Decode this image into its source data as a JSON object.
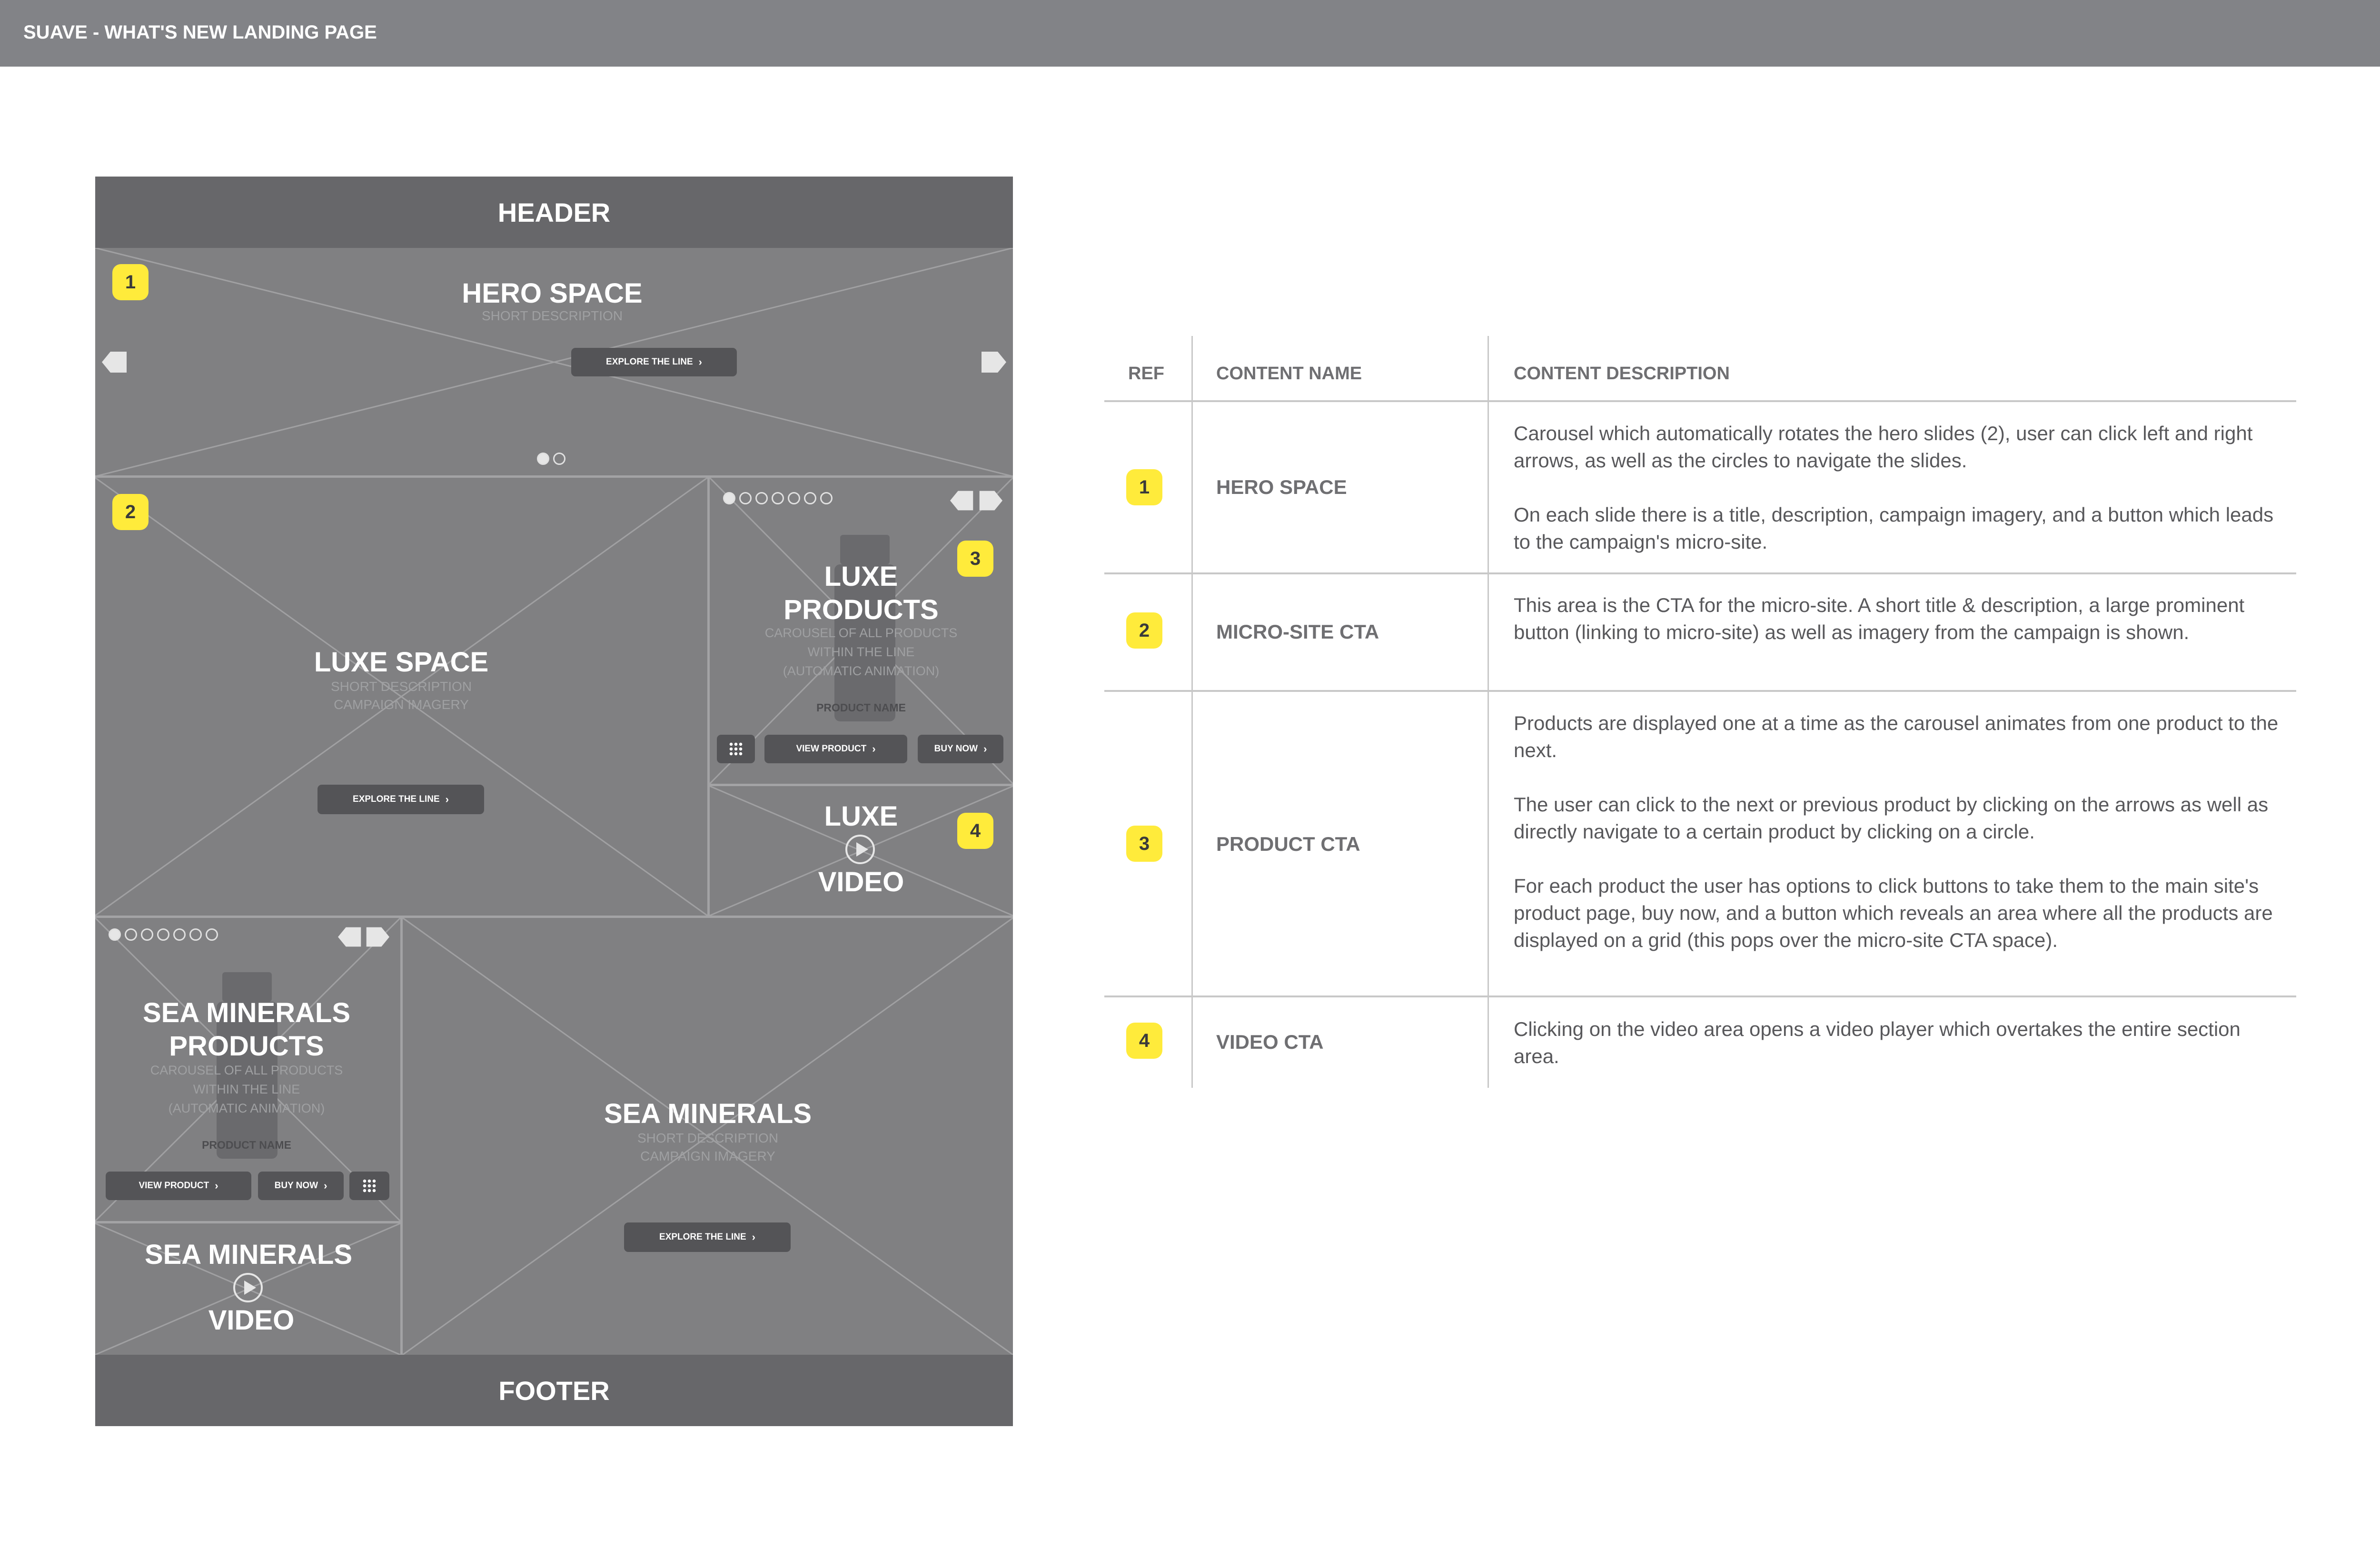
{
  "page_title": "SUAVE - WHAT'S NEW LANDING PAGE",
  "wireframe": {
    "header": "HEADER",
    "footer": "FOOTER",
    "hero": {
      "badge": "1",
      "title": "HERO SPACE",
      "subtitle": "SHORT DESCRIPTION",
      "button": "EXPLORE THE LINE"
    },
    "luxe_space": {
      "badge": "2",
      "title": "LUXE SPACE",
      "line1": "SHORT DESCRIPTION",
      "line2": "CAMPAIGN IMAGERY",
      "button": "EXPLORE THE LINE"
    },
    "luxe_products": {
      "badge": "3",
      "title1": "LUXE",
      "title2": "PRODUCTS",
      "line1": "CAROUSEL OF ALL PRODUCTS",
      "line2": "WITHIN THE LINE",
      "line3": "(AUTOMATIC ANIMATION)",
      "product_name": "PRODUCT NAME",
      "view_button": "VIEW PRODUCT",
      "buy_button": "BUY NOW"
    },
    "luxe_video": {
      "badge": "4",
      "title1": "LUXE",
      "title2": "VIDEO"
    },
    "sea_products": {
      "title1": "SEA MINERALS",
      "title2": "PRODUCTS",
      "line1": "CAROUSEL OF ALL PRODUCTS",
      "line2": "WITHIN THE LINE",
      "line3": "(AUTOMATIC ANIMATION)",
      "product_name": "PRODUCT NAME",
      "view_button": "VIEW PRODUCT",
      "buy_button": "BUY NOW"
    },
    "sea_video": {
      "title1": "SEA MINERALS",
      "title2": "VIDEO"
    },
    "sea_space": {
      "title": "SEA MINERALS",
      "line1": "SHORT DESCRIPTION",
      "line2": "CAMPAIGN IMAGERY",
      "button": "EXPLORE THE LINE"
    },
    "colors": {
      "badge": "#ffeb3b",
      "band": "#67676a",
      "region": "#808082"
    }
  },
  "table": {
    "headers": {
      "ref": "REF",
      "name": "CONTENT NAME",
      "desc": "CONTENT DESCRIPTION"
    },
    "rows": [
      {
        "ref": "1",
        "name": "HERO SPACE",
        "desc": [
          "Carousel which automatically rotates the hero slides (2), user can click left and right arrows, as well as the circles to navigate the slides.",
          "On each slide there is a title, description, campaign imagery, and a button which leads to the campaign's micro-site."
        ]
      },
      {
        "ref": "2",
        "name": "MICRO-SITE CTA",
        "desc": [
          "This area is the CTA for the micro-site. A short title & description, a large prominent button (linking to micro-site) as well as imagery from the campaign is shown."
        ]
      },
      {
        "ref": "3",
        "name": "PRODUCT CTA",
        "desc": [
          "Products are displayed one at a time as the carousel animates from one product to the next.",
          "The user can click to the next or previous product by clicking on the arrows as well as directly navigate to a certain product by clicking on a circle.",
          "For each product the user has options to click buttons to take them to the main site's product page, buy now, and a button which reveals an area where all the products are displayed on a grid (this pops over the micro-site CTA space)."
        ]
      },
      {
        "ref": "4",
        "name": "VIDEO CTA",
        "desc": [
          "Clicking on the video area opens a video player which overtakes the entire section area."
        ]
      }
    ]
  }
}
